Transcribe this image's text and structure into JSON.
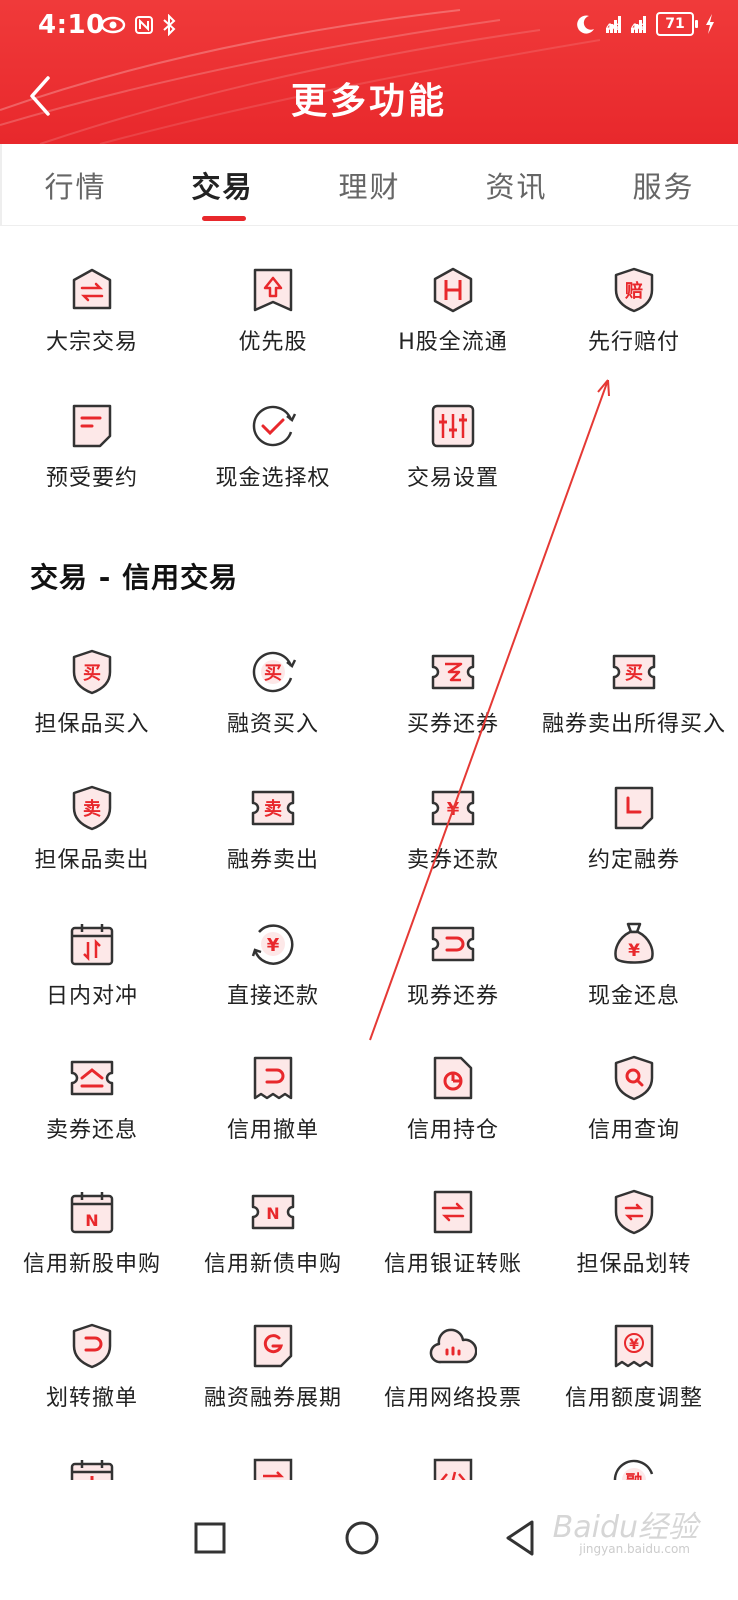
{
  "status_bar": {
    "time": "4:10",
    "battery": "71",
    "network_1": "4G",
    "network_2": "4G"
  },
  "header": {
    "title": "更多功能"
  },
  "tabs": [
    {
      "label": "行情",
      "active": false
    },
    {
      "label": "交易",
      "active": true
    },
    {
      "label": "理财",
      "active": false
    },
    {
      "label": "资讯",
      "active": false
    },
    {
      "label": "服务",
      "active": false
    }
  ],
  "trade_items": [
    {
      "label": "大宗交易",
      "icon": "exchange-arrows-icon"
    },
    {
      "label": "优先股",
      "icon": "priority-share-icon"
    },
    {
      "label": "H股全流通",
      "icon": "h-share-icon"
    },
    {
      "label": "先行赔付",
      "icon": "compensation-shield-icon",
      "glyph": "赔"
    },
    {
      "label": "预受要约",
      "icon": "document-icon"
    },
    {
      "label": "现金选择权",
      "icon": "cash-option-check-icon"
    },
    {
      "label": "交易设置",
      "icon": "settings-sliders-icon"
    }
  ],
  "credit_section": {
    "title": "交易 - 信用交易"
  },
  "credit_items": [
    {
      "label": "担保品买入",
      "icon": "collateral-buy-shield-icon",
      "glyph": "买"
    },
    {
      "label": "融资买入",
      "icon": "margin-buy-icon",
      "glyph": "买"
    },
    {
      "label": "买券还券",
      "icon": "buy-return-ticket-icon"
    },
    {
      "label": "融券卖出所得买入",
      "icon": "short-proceeds-buy-ticket-icon",
      "glyph": "买"
    },
    {
      "label": "担保品卖出",
      "icon": "collateral-sell-shield-icon",
      "glyph": "卖"
    },
    {
      "label": "融券卖出",
      "icon": "short-sell-ticket-icon",
      "glyph": "卖"
    },
    {
      "label": "卖券还款",
      "icon": "sell-repay-ticket-icon",
      "glyph": "¥"
    },
    {
      "label": "约定融券",
      "icon": "agreed-lending-doc-icon"
    },
    {
      "label": "日内对冲",
      "icon": "intraday-hedge-calendar-icon"
    },
    {
      "label": "直接还款",
      "icon": "direct-repay-icon",
      "glyph": "¥"
    },
    {
      "label": "现券还券",
      "icon": "spot-return-ticket-icon"
    },
    {
      "label": "现金还息",
      "icon": "money-bag-icon",
      "glyph": "¥"
    },
    {
      "label": "卖券还息",
      "icon": "sell-interest-ticket-icon"
    },
    {
      "label": "信用撤单",
      "icon": "credit-cancel-receipt-icon"
    },
    {
      "label": "信用持仓",
      "icon": "credit-position-doc-icon"
    },
    {
      "label": "信用查询",
      "icon": "credit-query-shield-icon"
    },
    {
      "label": "信用新股申购",
      "icon": "ipo-calendar-icon",
      "glyph": "N"
    },
    {
      "label": "信用新债申购",
      "icon": "new-bond-ticket-icon",
      "glyph": "N"
    },
    {
      "label": "信用银证转账",
      "icon": "bank-transfer-doc-icon"
    },
    {
      "label": "担保品划转",
      "icon": "collateral-transfer-shield-icon"
    },
    {
      "label": "划转撤单",
      "icon": "transfer-cancel-shield-icon"
    },
    {
      "label": "融资融券展期",
      "icon": "extension-doc-icon"
    },
    {
      "label": "信用网络投票",
      "icon": "cloud-vote-icon"
    },
    {
      "label": "信用额度调整",
      "icon": "credit-limit-adjust-icon",
      "glyph": "¥"
    }
  ],
  "partial_items": [
    {
      "icon": "calendar-icon"
    },
    {
      "icon": "transfer-doc-icon"
    },
    {
      "icon": "code-doc-icon"
    },
    {
      "icon": "margin-trade-icon",
      "glyph": "融"
    }
  ],
  "watermark": {
    "text": "Baidu经验",
    "sub": "jingyan.baidu.com"
  },
  "colors": {
    "primary": "#e8282c",
    "icon_fill": "#fde8e8",
    "icon_stroke": "#333333"
  }
}
